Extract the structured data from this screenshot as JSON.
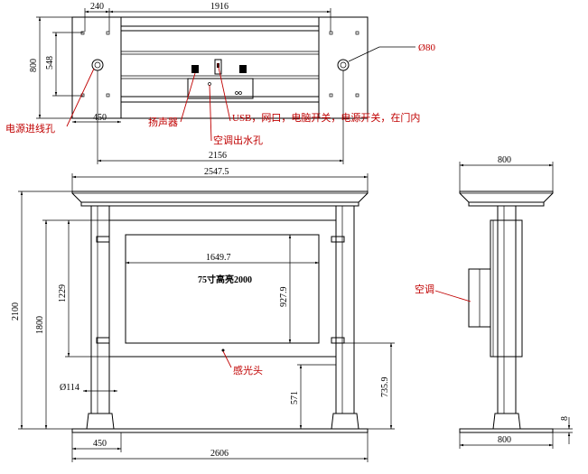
{
  "top_view": {
    "dims": {
      "d240": "240",
      "d1916": "1916",
      "d800": "800",
      "d548": "548",
      "d450": "450",
      "d2156": "2156",
      "phi80": "Ø80"
    },
    "labels": {
      "power_inlet": "电源进线孔",
      "speaker": "扬声器",
      "ac_drain": "空调出水孔",
      "ports": "USB，网口，电脑开关，电源开关，在门内"
    }
  },
  "front_view": {
    "dims": {
      "d2547_5": "2547.5",
      "d2100": "2100",
      "d1800": "1800",
      "d1229": "1229",
      "d1649_7": "1649.7",
      "d927_9": "927.9",
      "d735_9": "735.9",
      "d571": "571",
      "phi114": "Ø114",
      "d450": "450",
      "d2606": "2606"
    },
    "labels": {
      "screen": "75寸高亮2000",
      "sensor": "感光头"
    }
  },
  "side_view": {
    "dims": {
      "d800_top": "800",
      "d800_bottom": "800",
      "d8": "8"
    },
    "labels": {
      "aircon": "空调"
    }
  }
}
